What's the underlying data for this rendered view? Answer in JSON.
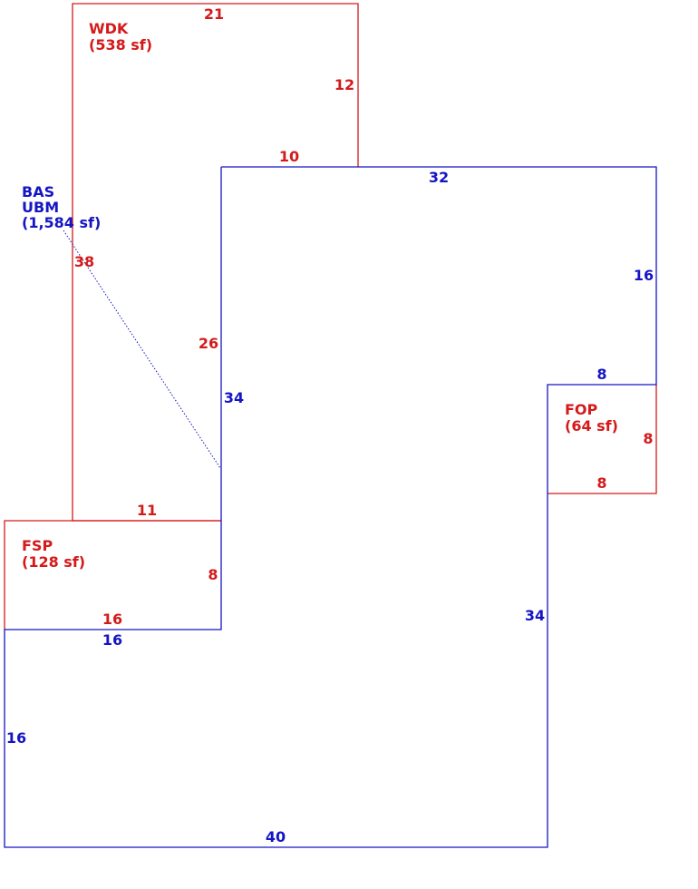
{
  "colors": {
    "addition": "#d41a1a",
    "base": "#1515c4"
  },
  "areas": {
    "wdk": {
      "code": "WDK",
      "area": "(538 sf)"
    },
    "bas": {
      "code": "BAS",
      "sub": "UBM",
      "area": "(1,584 sf)"
    },
    "fsp": {
      "code": "FSP",
      "area": "(128 sf)"
    },
    "fop": {
      "code": "FOP",
      "area": "(64 sf)"
    }
  },
  "dimensions": {
    "wdk_top": "21",
    "wdk_right": "12",
    "wdk_bottom_segment": "10",
    "wdk_left": "38",
    "wdk_inner": "26",
    "wdk_lower": "11",
    "bas_top": "32",
    "bas_right_upper": "16",
    "bas_notch_top": "8",
    "bas_inner_left": "34",
    "bas_right_lower": "34",
    "bas_fsp_bottom": "16",
    "bas_left": "16",
    "bas_bottom": "40",
    "fsp_right": "8",
    "fsp_bottom": "16",
    "fop_right": "8",
    "fop_bottom": "8"
  }
}
